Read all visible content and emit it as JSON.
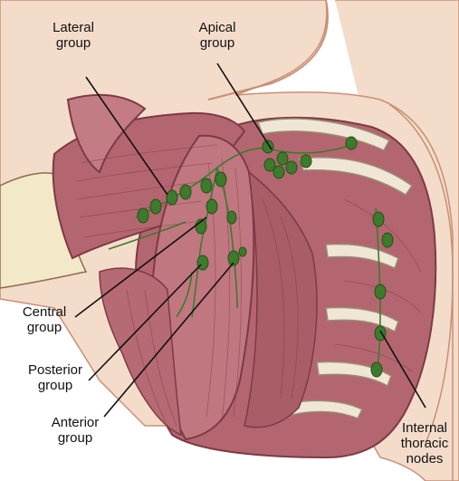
{
  "labels": {
    "lateral": [
      "Lateral",
      "group"
    ],
    "apical": [
      "Apical",
      "group"
    ],
    "central": [
      "Central",
      "group"
    ],
    "posterior": [
      "Posterior",
      "group"
    ],
    "anterior": [
      "Anterior",
      "group"
    ],
    "internal": [
      "Internal",
      "thoracic",
      "nodes"
    ]
  },
  "colors": {
    "skin": "#f4dccb",
    "skin_line": "#c98f74",
    "muscle": "#b3666f",
    "muscle_dark": "#7d3a45",
    "muscle_light": "#d29aa0",
    "rib": "#efe6d6",
    "node": "#3d7a2c",
    "node_dark": "#24501a",
    "sleeve": "#f3e8c8",
    "leader": "#111111"
  }
}
